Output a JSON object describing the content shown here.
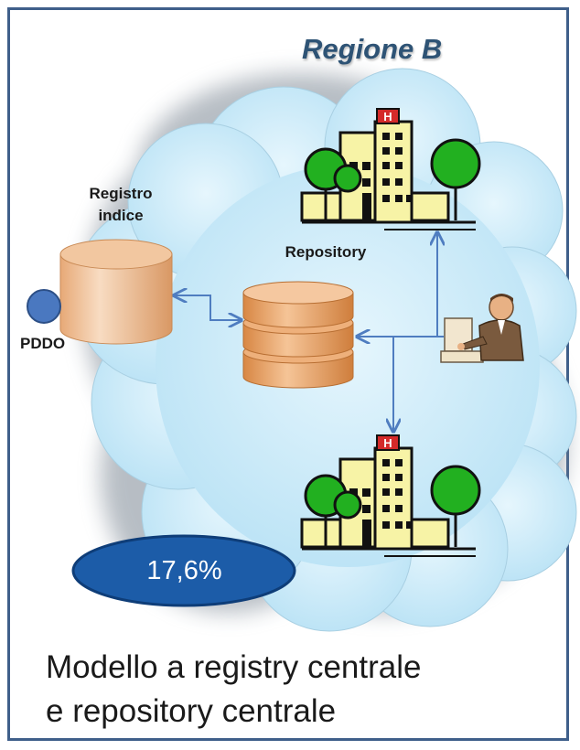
{
  "region": {
    "title": "Regione B"
  },
  "labels": {
    "registro": "Registro\nindice",
    "repository": "Repository",
    "pddo": "PDDO"
  },
  "badge": {
    "value": "17,6%"
  },
  "caption": {
    "line1": "Modello a registry centrale",
    "line2": "e repository centrale"
  },
  "colors": {
    "frame": "#3f5f8a",
    "cloud": "#c9eaf8",
    "registro": "#e8b48a",
    "repository": "#e09a5c",
    "arrow": "#4f7dc0",
    "badge": "#1c5ca8",
    "pddo": "#4a78c0",
    "tree": "#22b020",
    "building": "#f7f3a6"
  }
}
